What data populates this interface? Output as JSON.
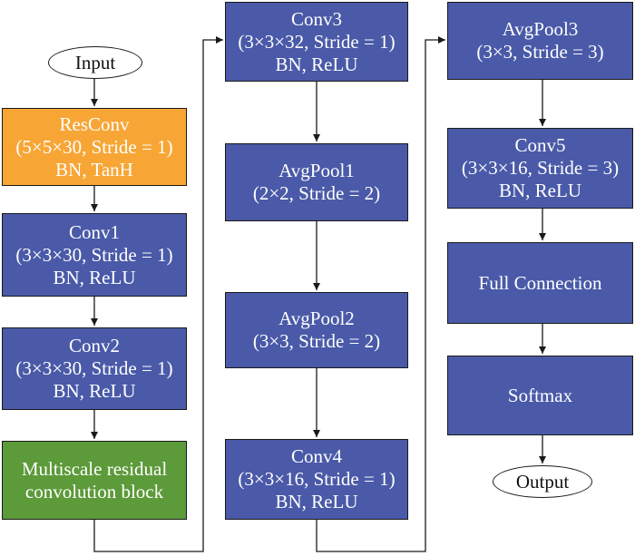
{
  "colors": {
    "conv_block": "#4a5aa8",
    "resconv_block": "#f7a636",
    "multiscale_block": "#5c9a3a",
    "terminal": "#ffffff",
    "line": "#1a1a1a"
  },
  "nodes": {
    "input": {
      "lines": [
        "Input"
      ]
    },
    "resconv": {
      "lines": [
        "ResConv",
        "(5×5×30, Stride = 1)",
        "BN, TanH"
      ]
    },
    "conv1": {
      "lines": [
        "Conv1",
        "(3×3×30, Stride = 1)",
        "BN, ReLU"
      ]
    },
    "conv2": {
      "lines": [
        "Conv2",
        "(3×3×30, Stride = 1)",
        "BN, ReLU"
      ]
    },
    "multiscale": {
      "lines": [
        "Multiscale residual",
        "convolution block"
      ]
    },
    "conv3": {
      "lines": [
        "Conv3",
        "(3×3×32, Stride = 1)",
        "BN, ReLU"
      ]
    },
    "avgpool1": {
      "lines": [
        "AvgPool1",
        "(2×2, Stride = 2)"
      ]
    },
    "avgpool2": {
      "lines": [
        "AvgPool2",
        "(3×3, Stride = 2)"
      ]
    },
    "conv4": {
      "lines": [
        "Conv4",
        "(3×3×16, Stride = 1)",
        "BN, ReLU"
      ]
    },
    "avgpool3": {
      "lines": [
        "AvgPool3",
        "(3×3, Stride = 3)"
      ]
    },
    "conv5": {
      "lines": [
        "Conv5",
        "(3×3×16, Stride = 3)",
        "BN, ReLU"
      ]
    },
    "fullconn": {
      "lines": [
        "Full Connection"
      ]
    },
    "softmax": {
      "lines": [
        "Softmax"
      ]
    },
    "output": {
      "lines": [
        "Output"
      ]
    }
  }
}
